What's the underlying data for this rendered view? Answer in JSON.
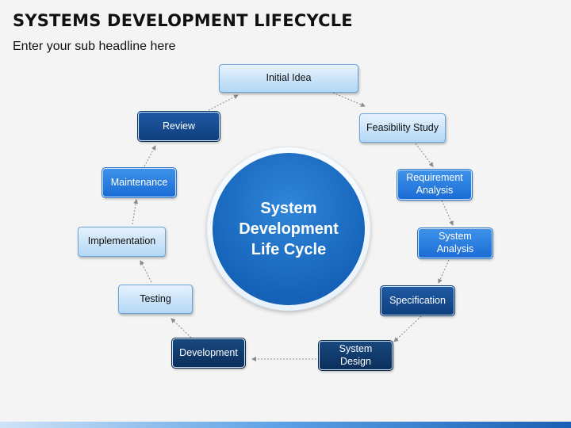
{
  "title": "SYSTEMS DEVELOPMENT LIFECYCLE",
  "subtitle": "Enter your sub headline here",
  "center": {
    "label": "System\nDevelopment\nLife Cycle"
  },
  "steps": {
    "initial_idea": "Initial Idea",
    "feasibility_study": "Feasibility Study",
    "requirement_analysis": "Requirement\nAnalysis",
    "system_analysis": "System\nAnalysis",
    "specification": "Specification",
    "system_design": "System\nDesign",
    "development": "Development",
    "testing": "Testing",
    "implementation": "Implementation",
    "maintenance": "Maintenance",
    "review": "Review"
  },
  "colors": {
    "accent": "#1b6cd6",
    "light_box": "#c9e2f8",
    "dark_box": "#0f3f7e",
    "arrow": "#8a8a8a"
  }
}
